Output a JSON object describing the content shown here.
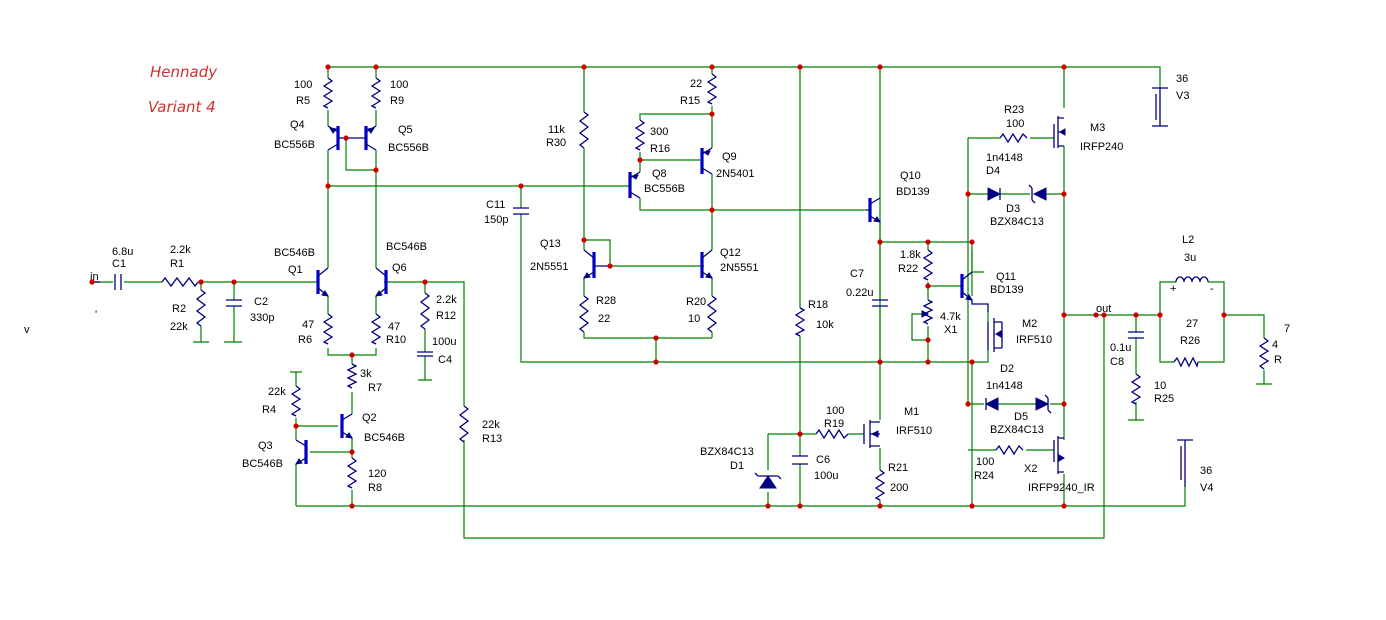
{
  "title": {
    "line1": "Hennady",
    "line2": "Variant 4"
  },
  "stray": {
    "v_mark": "v",
    "tick": "'"
  },
  "nets": {
    "input": "in",
    "output": "out"
  },
  "labels": {
    "c1": {
      "name": "C1",
      "value": "6.8u"
    },
    "r1": {
      "name": "R1",
      "value": "2.2k"
    },
    "r2": {
      "name": "R2",
      "value": "22k"
    },
    "c2": {
      "name": "C2",
      "value": "330p"
    },
    "q1": {
      "name": "Q1",
      "part": "BC546B"
    },
    "q6": {
      "name": "Q6",
      "part": "BC546B"
    },
    "r5": {
      "name": "R5",
      "value": "100"
    },
    "r9": {
      "name": "R9",
      "value": "100"
    },
    "q4": {
      "name": "Q4",
      "part": "BC556B"
    },
    "q5": {
      "name": "Q5",
      "part": "BC556B"
    },
    "r6": {
      "name": "R6",
      "value": "47"
    },
    "r10": {
      "name": "R10",
      "value": "47"
    },
    "r7": {
      "name": "R7",
      "value": "3k"
    },
    "r4": {
      "name": "R4",
      "value": "22k"
    },
    "q2": {
      "name": "Q2",
      "part": "BC546B"
    },
    "q3": {
      "name": "Q3",
      "part": "BC546B"
    },
    "r8": {
      "name": "R8",
      "value": "120"
    },
    "r12": {
      "name": "R12",
      "value": "2.2k"
    },
    "c4": {
      "name": "C4",
      "value": "100u"
    },
    "r13": {
      "name": "R13",
      "value": "22k"
    },
    "c11": {
      "name": "C11",
      "value": "150p"
    },
    "r30": {
      "name": "R30",
      "value": "11k"
    },
    "r15": {
      "name": "R15",
      "value": "22"
    },
    "r16": {
      "name": "R16",
      "value": "300"
    },
    "q8": {
      "name": "Q8",
      "part": "BC556B"
    },
    "q9": {
      "name": "Q9",
      "part": "2N5401"
    },
    "q13": {
      "name": "Q13",
      "part": "2N5551"
    },
    "q12": {
      "name": "Q12",
      "part": "2N5551"
    },
    "r28": {
      "name": "R28",
      "value": "22"
    },
    "r20": {
      "name": "R20",
      "value": "10"
    },
    "r18": {
      "name": "R18",
      "value": "10k"
    },
    "r19": {
      "name": "R19",
      "value": "100"
    },
    "d1": {
      "name": "D1",
      "part": "BZX84C13"
    },
    "c6": {
      "name": "C6",
      "value": "100u"
    },
    "m1": {
      "name": "M1",
      "part": "IRF510"
    },
    "r21": {
      "name": "R21",
      "value": "200"
    },
    "q10": {
      "name": "Q10",
      "part": "BD139"
    },
    "c7": {
      "name": "C7",
      "value": "0.22u"
    },
    "r22": {
      "name": "R22",
      "value": "1.8k"
    },
    "x1": {
      "name": "X1",
      "value": "4.7k"
    },
    "q11": {
      "name": "Q11",
      "part": "BD139"
    },
    "m2": {
      "name": "M2",
      "part": "IRF510"
    },
    "r23": {
      "name": "R23",
      "value": "100"
    },
    "m3": {
      "name": "M3",
      "part": "IRFP240"
    },
    "d4": {
      "name": "D4",
      "part": "1n4148"
    },
    "d3": {
      "name": "D3",
      "part": "BZX84C13"
    },
    "d2": {
      "name": "D2",
      "part": "1n4148"
    },
    "d5": {
      "name": "D5",
      "part": "BZX84C13"
    },
    "r24": {
      "name": "R24",
      "value": "100"
    },
    "x2": {
      "name": "X2",
      "part": "IRFP9240_IR"
    },
    "v3": {
      "name": "V3",
      "value": "36"
    },
    "v4": {
      "name": "V4",
      "value": "36"
    },
    "c8": {
      "name": "C8",
      "value": "0.1u"
    },
    "r25": {
      "name": "R25",
      "value": "10"
    },
    "l2": {
      "name": "L2",
      "value": "3u"
    },
    "r26": {
      "name": "R26",
      "value": "27"
    },
    "r": {
      "name": "R",
      "value": "4"
    },
    "net7": {
      "name": "7"
    }
  },
  "colors": {
    "wire": "#008000",
    "component": "#000080",
    "junction": "#d00000",
    "title": "#d03030"
  }
}
